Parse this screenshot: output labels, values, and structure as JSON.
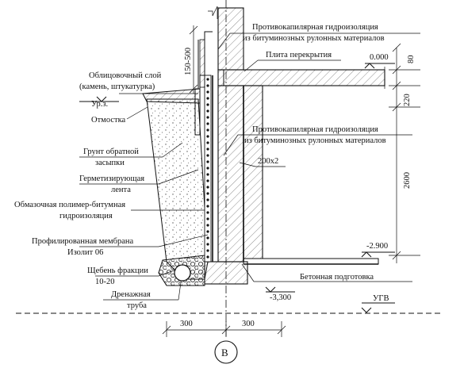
{
  "labels": {
    "waterproof_top_1": "Противокапилярная гидроизоляция",
    "waterproof_top_2": "из битуминозных рулонных материалов",
    "floor_slab": "Плита перекрытия",
    "cladding_1": "Облицовочный слой",
    "cladding_2": "(камень, штукатурка)",
    "ground_level": "Ур.з.",
    "blind_area": "Отмостка",
    "waterproof_mid_1": "Противокапилярная гидроизоляция",
    "waterproof_mid_2": "из битуминозных рулонных материалов",
    "backfill_1": "Грунт обратной",
    "backfill_2": "засыпки",
    "sealing_tape_1": "Герметизирующая",
    "sealing_tape_2": "лента",
    "coating_1": "Обмазочная полимер-битумная",
    "coating_2": "гидроизоляция",
    "membrane_1": "Профилированная мембрана",
    "membrane_2": "Изолит 06",
    "gravel_1": "Щебень фракции",
    "gravel_2": "10-20",
    "drain_1": "Дренажная",
    "drain_2": "труба",
    "concrete_prep": "Бетонная подготовка",
    "groundwater": "УГВ"
  },
  "levels": {
    "slab_top": "0.000",
    "basement_floor": "-2.900",
    "footing_bottom": "-3,300"
  },
  "dimensions": {
    "plinth_height": "150-500",
    "slab_thickness": "80",
    "level_gap": "220",
    "basement_height": "2600",
    "wall_spec": "200х2",
    "left_offset": "300",
    "right_offset": "300"
  },
  "axis": {
    "label": "В"
  }
}
